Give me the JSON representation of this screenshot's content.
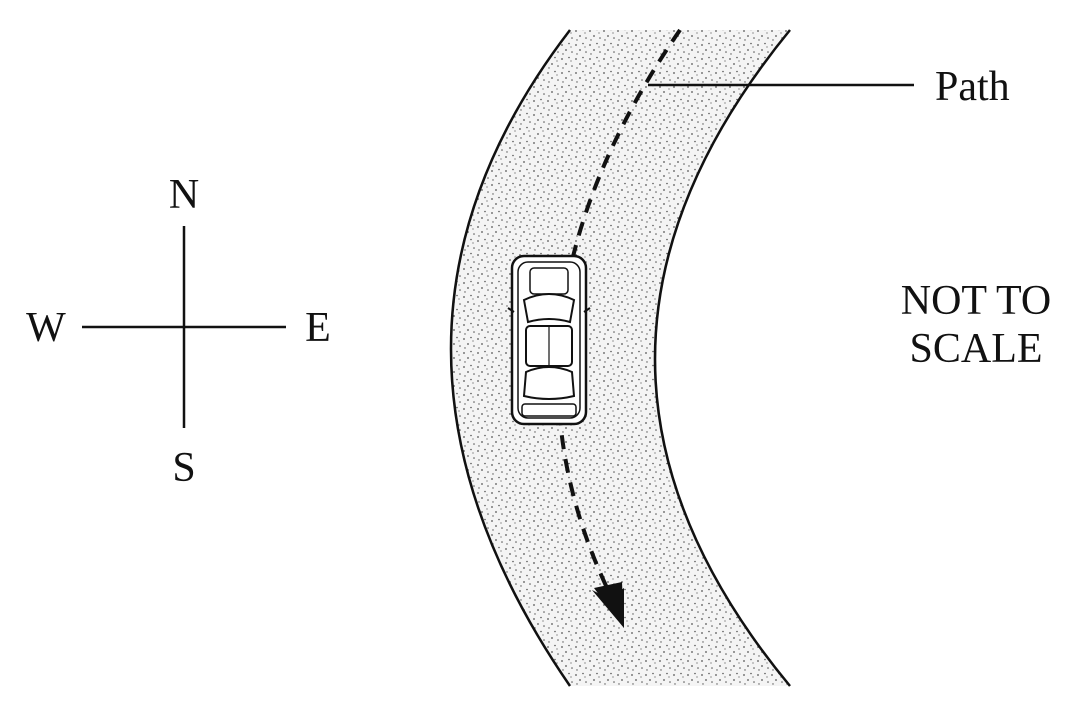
{
  "compass": {
    "north": "N",
    "south": "S",
    "east": "E",
    "west": "W"
  },
  "road": {
    "path_label": "Path"
  },
  "note": {
    "line1": "NOT TO",
    "line2": "SCALE"
  },
  "colors": {
    "ink": "#111111",
    "road_fill": "#f2f2f2",
    "stipple": "#444444"
  }
}
